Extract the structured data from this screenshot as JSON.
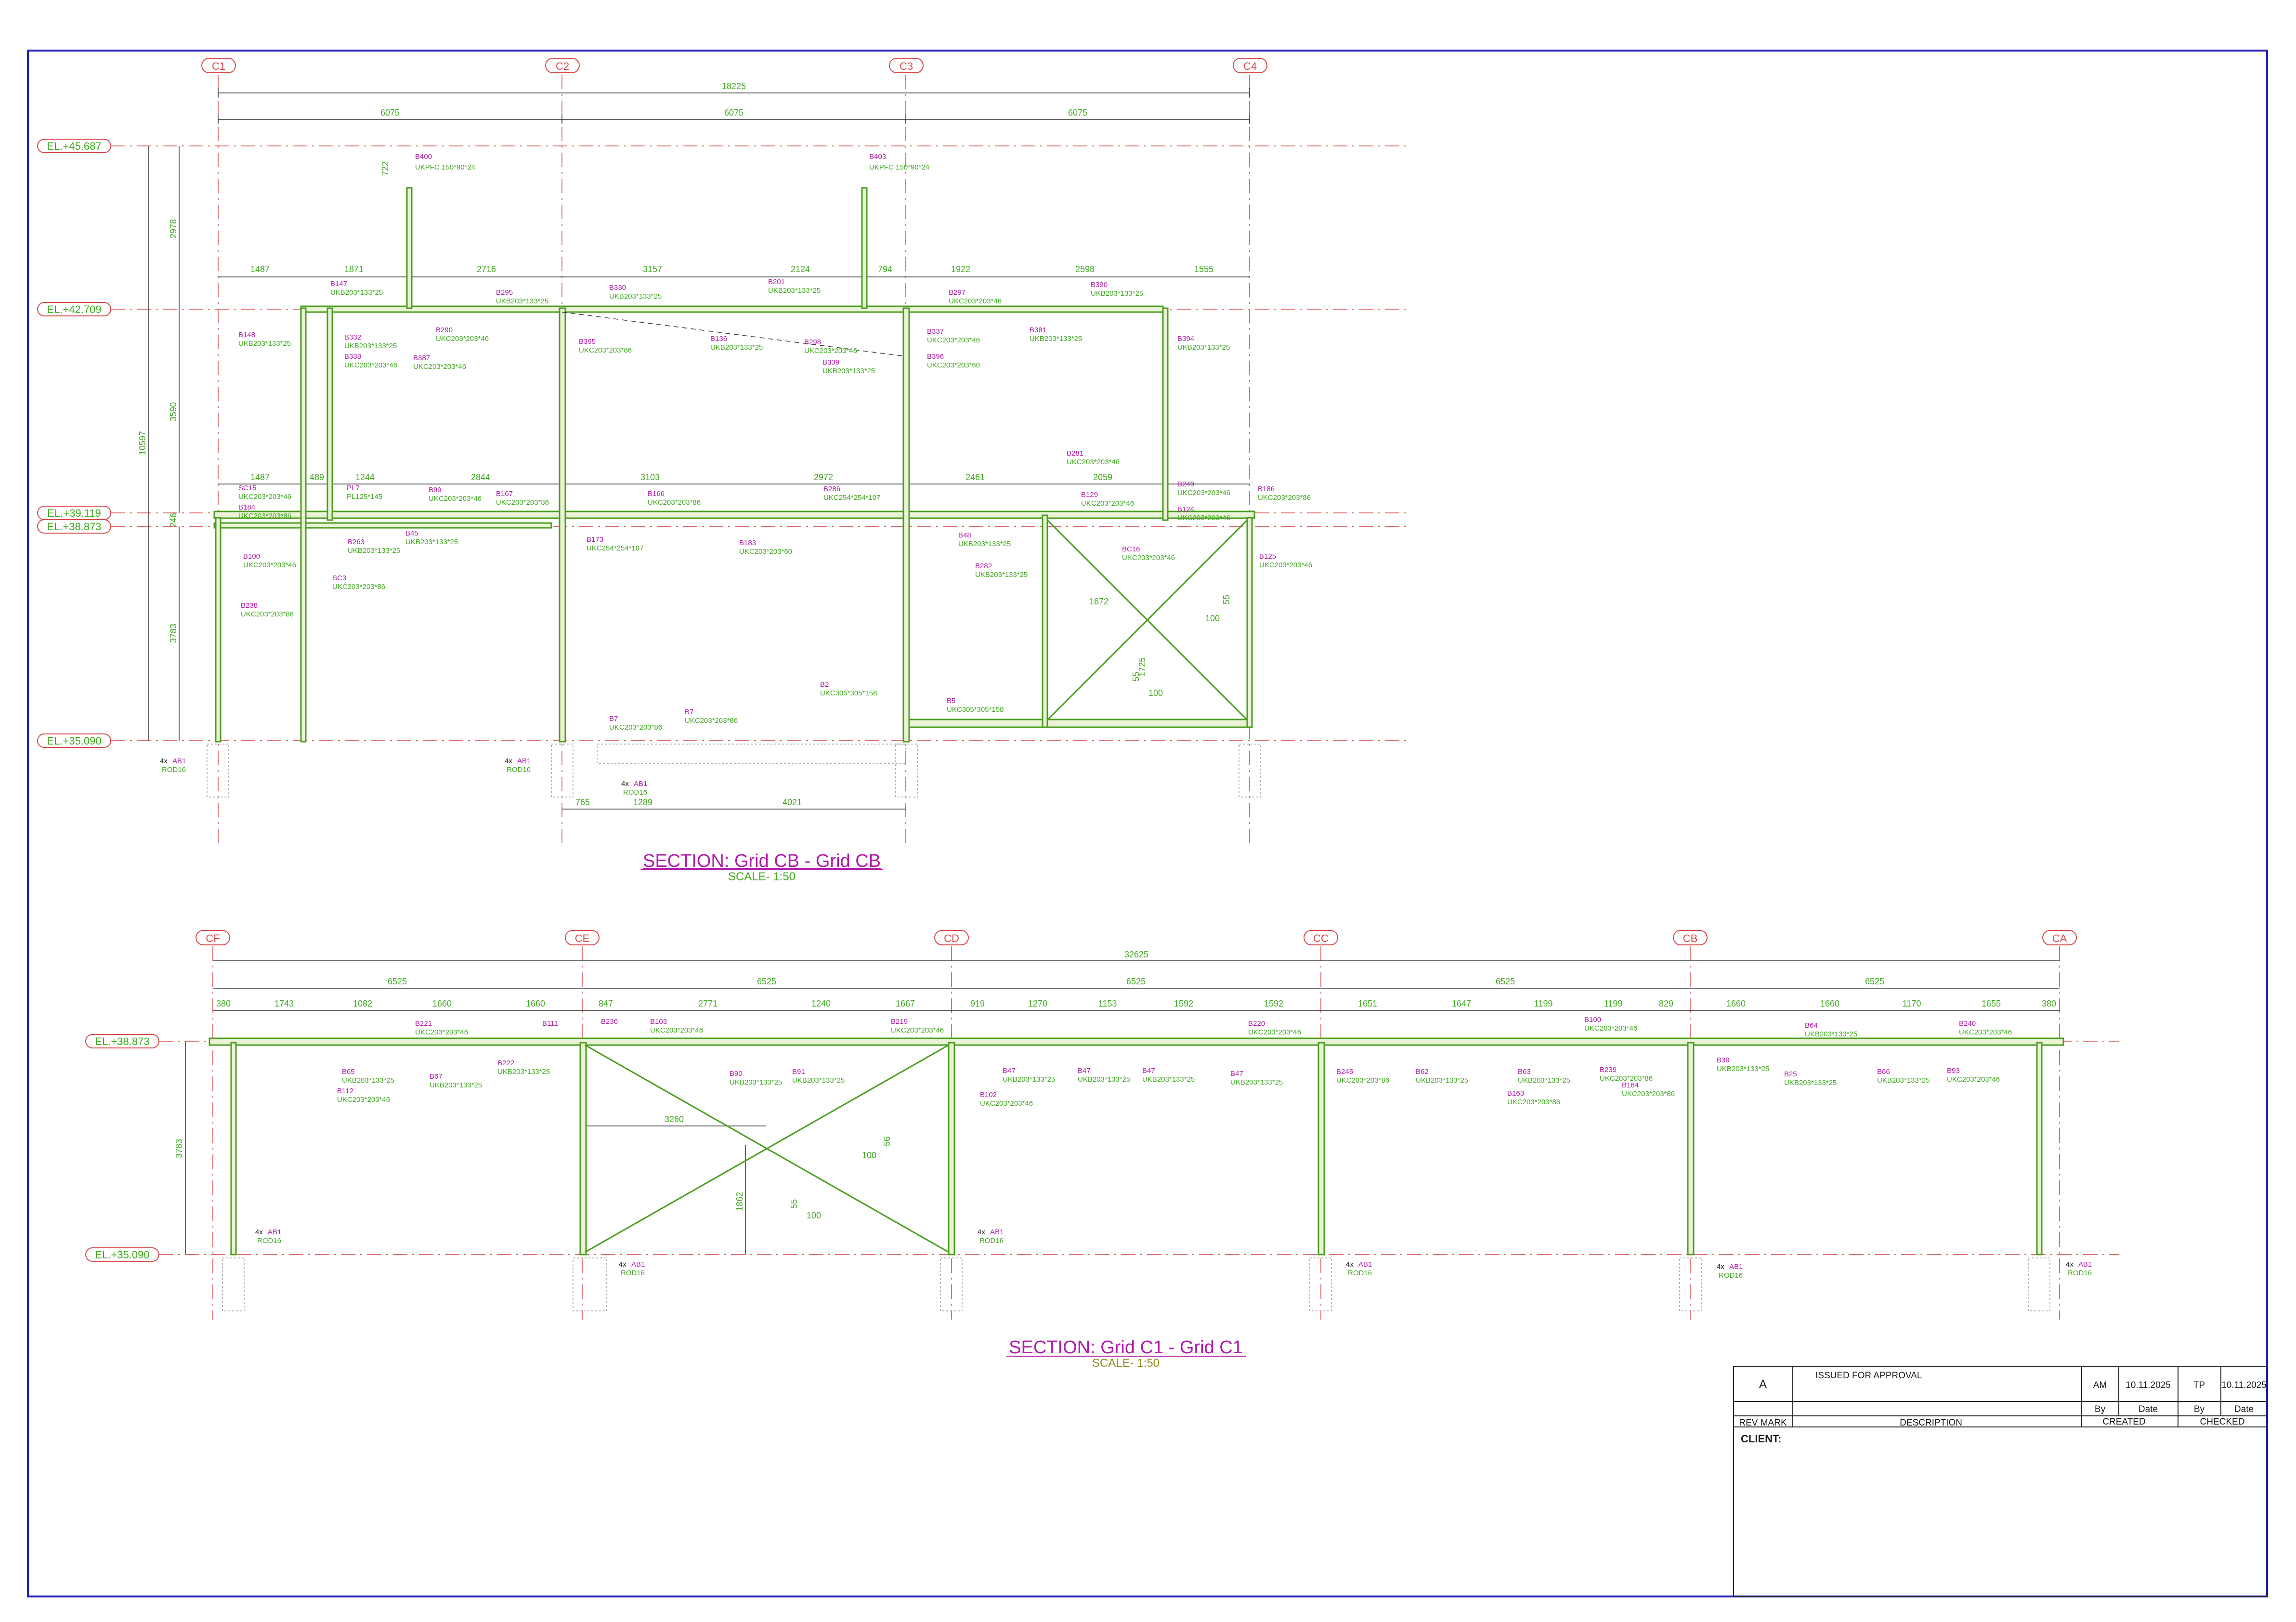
{
  "colors": {
    "border": "#2222bb",
    "member": "#4a9d1f",
    "member_hatch": "#c8b060",
    "tag": "#b01aa8",
    "grid": "#d84a4a",
    "dim": "#333333",
    "gtext": "#3fa81f"
  },
  "section1": {
    "title": "SECTION: Grid CB - Grid CB",
    "scale": "SCALE- 1:50",
    "grids": [
      "C1",
      "C2",
      "C3",
      "C4"
    ],
    "overall_dim": "18225",
    "bay_dims": [
      "6075",
      "6075",
      "6075"
    ],
    "levels": [
      "EL.+45.687",
      "EL.+42.709",
      "EL.+39.119",
      "EL.+38.873",
      "EL.+35.090"
    ],
    "vert_dims": [
      "2978",
      "3590",
      "10597",
      "246",
      "3783",
      "722"
    ],
    "top_dims": [
      "1487",
      "1871",
      "2716",
      "3157",
      "2124",
      "794",
      "1922",
      "2598",
      "1555"
    ],
    "mid_dims": [
      "1487",
      "489",
      "1244",
      "2844",
      "3103",
      "2972",
      "2461",
      "2059"
    ],
    "base_dims": [
      "765",
      "1289",
      "4021"
    ],
    "brace_dims": [
      "1672",
      "1725",
      "100",
      "55",
      "100",
      "55"
    ],
    "members": [
      {
        "tag": "B400",
        "size": "UKPFC 150*90*24"
      },
      {
        "tag": "B403",
        "size": "UKPFC 150*90*24"
      },
      {
        "tag": "B147",
        "size": "UKB203*133*25"
      },
      {
        "tag": "B295",
        "size": "UKB203*133*25"
      },
      {
        "tag": "B330",
        "size": "UKB203*133*25"
      },
      {
        "tag": "B201",
        "size": "UKB203*133*25"
      },
      {
        "tag": "B297",
        "size": "UKC203*203*46"
      },
      {
        "tag": "B390",
        "size": "UKB203*133*25"
      },
      {
        "tag": "B148",
        "size": "UKB203*133*25"
      },
      {
        "tag": "B332",
        "size": "UKB203*133*25"
      },
      {
        "tag": "B338",
        "size": "UKC203*203*46"
      },
      {
        "tag": "B290",
        "size": "UKC203*203*46"
      },
      {
        "tag": "B387",
        "size": "UKC203*203*46"
      },
      {
        "tag": "B395",
        "size": "UKC203*203*86"
      },
      {
        "tag": "B136",
        "size": "UKB203*133*25"
      },
      {
        "tag": "B298",
        "size": "UKC203*203*46"
      },
      {
        "tag": "B339",
        "size": "UKB203*133*25"
      },
      {
        "tag": "B337",
        "size": "UKC203*203*46"
      },
      {
        "tag": "B396",
        "size": "UKC203*203*60"
      },
      {
        "tag": "B381",
        "size": "UKB203*133*25"
      },
      {
        "tag": "B394",
        "size": "UKB203*133*25"
      },
      {
        "tag": "B281",
        "size": "UKC203*203*46"
      },
      {
        "tag": "B249",
        "size": "UKC203*203*46"
      },
      {
        "tag": "B186",
        "size": "UKC203*203*86"
      },
      {
        "tag": "SC15",
        "size": "UKC203*203*46"
      },
      {
        "tag": "B184",
        "size": "UKC203*203*86"
      },
      {
        "tag": "PL7",
        "size": "PL125*145"
      },
      {
        "tag": "B99",
        "size": "UKC203*203*46"
      },
      {
        "tag": "B167",
        "size": "UKC203*203*86"
      },
      {
        "tag": "B166",
        "size": "UKC203*203*86"
      },
      {
        "tag": "B286",
        "size": "UKC254*254*107"
      },
      {
        "tag": "B129",
        "size": "UKC203*203*46"
      },
      {
        "tag": "B124",
        "size": "UKC203*203*46"
      },
      {
        "tag": "B100",
        "size": "UKC203*203*46"
      },
      {
        "tag": "B263",
        "size": "UKB203*133*25"
      },
      {
        "tag": "B45",
        "size": "UKB203*133*25"
      },
      {
        "tag": "B173",
        "size": "UKC254*254*107"
      },
      {
        "tag": "B183",
        "size": "UKC203*203*60"
      },
      {
        "tag": "B48",
        "size": "UKB203*133*25"
      },
      {
        "tag": "B282",
        "size": "UKB203*133*25"
      },
      {
        "tag": "BC16",
        "size": "UKC203*203*46"
      },
      {
        "tag": "B125",
        "size": "UKC203*203*46"
      },
      {
        "tag": "SC3",
        "size": "UKC203*203*86"
      },
      {
        "tag": "B238",
        "size": "UKC203*203*86"
      },
      {
        "tag": "B2",
        "size": "UKC305*305*158"
      },
      {
        "tag": "B5",
        "size": "UKC305*305*158"
      },
      {
        "tag": "B7",
        "size": "UKC203*203*86"
      },
      {
        "tag": "B7",
        "size": "UKC203*203*86"
      }
    ],
    "anchors": [
      {
        "count": "4x",
        "tag": "AB1",
        "rod": "ROD16"
      },
      {
        "count": "4x",
        "tag": "AB1",
        "rod": "ROD16"
      },
      {
        "count": "4x",
        "tag": "AB1",
        "rod": "ROD16"
      }
    ]
  },
  "section2": {
    "title": "SECTION: Grid C1 - Grid C1",
    "scale": "SCALE- 1:50",
    "grids": [
      "CF",
      "CE",
      "CD",
      "CC",
      "CB",
      "CA"
    ],
    "overall_dim": "32625",
    "bay_dims": [
      "6525",
      "6525",
      "6525",
      "6525",
      "6525"
    ],
    "levels": [
      "EL.+38.873",
      "EL.+35.090"
    ],
    "vert_dims": [
      "3783",
      "1862"
    ],
    "beam_dims": [
      "380",
      "1743",
      "1082",
      "1660",
      "1660",
      "847",
      "2771",
      "1240",
      "1667",
      "919",
      "1270",
      "1153",
      "1592",
      "1592",
      "1651",
      "1647",
      "1199",
      "1199",
      "829",
      "1660",
      "1660",
      "1170",
      "1655",
      "380"
    ],
    "brace_dims": [
      "3260",
      "100",
      "56",
      "55",
      "100"
    ],
    "members": [
      {
        "tag": "B221",
        "size": "UKC203*203*46"
      },
      {
        "tag": "B111",
        "size": ""
      },
      {
        "tag": "B236",
        "size": ""
      },
      {
        "tag": "B103",
        "size": "UKC203*203*46"
      },
      {
        "tag": "B219",
        "size": "UKC203*203*46"
      },
      {
        "tag": "B220",
        "size": "UKC203*203*46"
      },
      {
        "tag": "B100",
        "size": "UKC203*203*46"
      },
      {
        "tag": "B64",
        "size": "UKB203*133*25"
      },
      {
        "tag": "B240",
        "size": "UKC203*203*46"
      },
      {
        "tag": "B65",
        "size": "UKB203*133*25"
      },
      {
        "tag": "B112",
        "size": "UKC203*203*46"
      },
      {
        "tag": "B67",
        "size": "UKB203*133*25"
      },
      {
        "tag": "B222",
        "size": "UKB203*133*25"
      },
      {
        "tag": "B90",
        "size": "UKB203*133*25"
      },
      {
        "tag": "B91",
        "size": "UKB203*133*25"
      },
      {
        "tag": "B47",
        "size": "UKB203*133*25"
      },
      {
        "tag": "B102",
        "size": "UKC203*203*46"
      },
      {
        "tag": "B47",
        "size": "UKB203*133*25"
      },
      {
        "tag": "B47",
        "size": "UKB203*133*25"
      },
      {
        "tag": "B47",
        "size": "UKB203*133*25"
      },
      {
        "tag": "B245",
        "size": "UKC203*203*86"
      },
      {
        "tag": "B62",
        "size": "UKB203*133*25"
      },
      {
        "tag": "B63",
        "size": "UKB203*133*25"
      },
      {
        "tag": "B163",
        "size": "UKC203*203*86"
      },
      {
        "tag": "B239",
        "size": "UKC203*203*86"
      },
      {
        "tag": "B164",
        "size": "UKC203*203*86"
      },
      {
        "tag": "B39",
        "size": "UKB203*133*25"
      },
      {
        "tag": "B25",
        "size": "UKB203*133*25"
      },
      {
        "tag": "B66",
        "size": "UKB203*133*25"
      },
      {
        "tag": "B93",
        "size": "UKC203*203*46"
      }
    ],
    "anchors": [
      {
        "count": "4x",
        "tag": "AB1",
        "rod": "ROD16"
      },
      {
        "count": "4x",
        "tag": "AB1",
        "rod": "ROD16"
      },
      {
        "count": "4x",
        "tag": "AB1",
        "rod": "ROD16"
      },
      {
        "count": "4x",
        "tag": "AB1",
        "rod": "ROD16"
      },
      {
        "count": "4x",
        "tag": "AB1",
        "rod": "ROD16"
      },
      {
        "count": "4x",
        "tag": "AB1",
        "rod": "ROD16"
      }
    ]
  },
  "title_block": {
    "rev_mark": "A",
    "description_value": "ISSUED FOR APPROVAL",
    "created_by": "AM",
    "created_date": "10.11.2025",
    "checked_by": "TP",
    "checked_date": "10.11.2025",
    "h_by": "By",
    "h_date": "Date",
    "h_by2": "By",
    "h_date2": "Date",
    "h_rev_mark": "REV MARK",
    "h_description": "DESCRIPTION",
    "h_created": "CREATED",
    "h_checked": "CHECKED",
    "client_label": "CLIENT:"
  }
}
